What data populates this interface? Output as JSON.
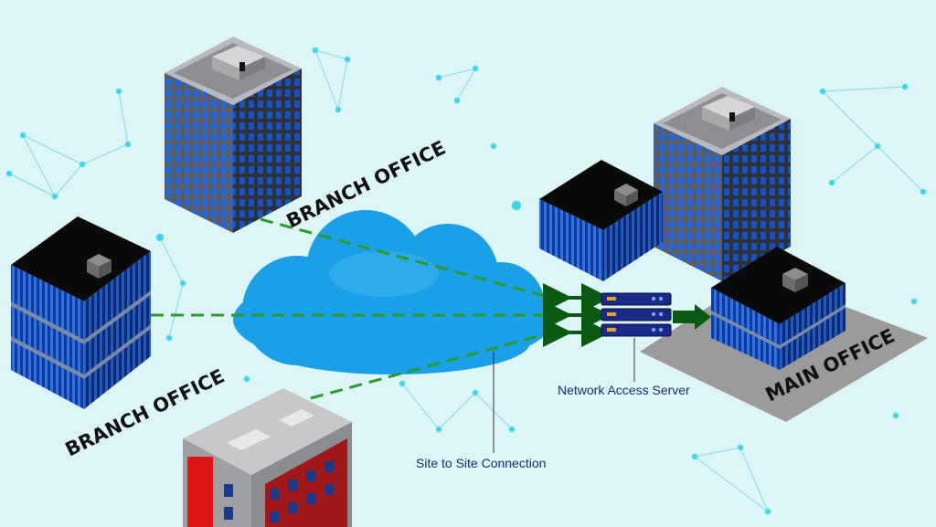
{
  "labels": {
    "branch_top": "BRANCH OFFICE",
    "branch_left": "BRANCH OFFICE",
    "main_office": "MAIN OFFICE",
    "network_access_server": "Network Access Server",
    "site_to_site": "Site to Site Connection"
  },
  "colors": {
    "background": "#dcf6f8",
    "network_dots": "#37d5ea",
    "cloud": "#1aa0e6",
    "tunnel": "#2b9a2b",
    "arrow": "#0b5a12",
    "server": "#1a2a88",
    "window": "#1a5cd8"
  }
}
